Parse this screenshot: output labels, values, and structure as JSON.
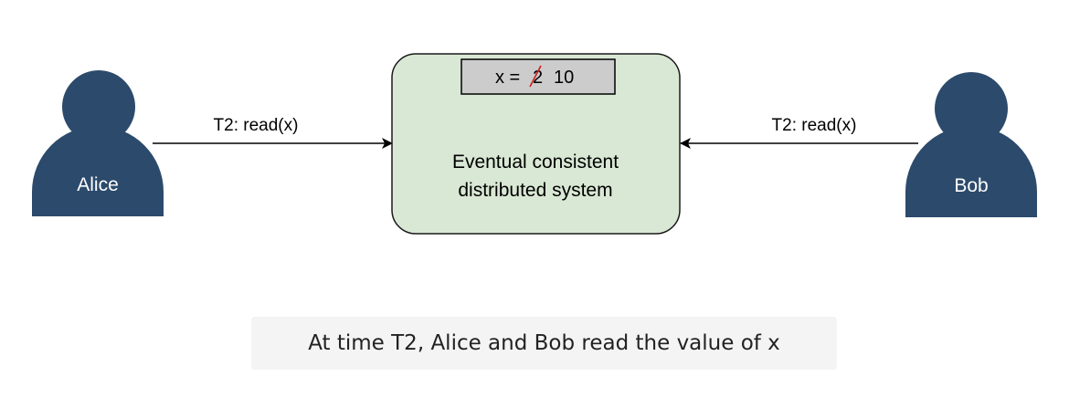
{
  "colors": {
    "person": "#2c4a6b",
    "system_fill": "#d9e8d4",
    "system_stroke": "#1a1a1a",
    "value_box_fill": "#cccccc",
    "strike": "#cc1f1f",
    "caption_bg": "#f4f4f4"
  },
  "actors": {
    "alice": {
      "label": "Alice",
      "icon": "person-icon"
    },
    "bob": {
      "label": "Bob",
      "icon": "person-icon"
    }
  },
  "edges": {
    "alice_to_system": {
      "label": "T2: read(x)"
    },
    "bob_to_system": {
      "label": "T2: read(x)"
    }
  },
  "system": {
    "label_line1": "Eventual consistent",
    "label_line2": "distributed system",
    "value_prefix": "x = ",
    "old_value": "2",
    "new_value": "10"
  },
  "caption": "At time T2, Alice and Bob read the value of x"
}
